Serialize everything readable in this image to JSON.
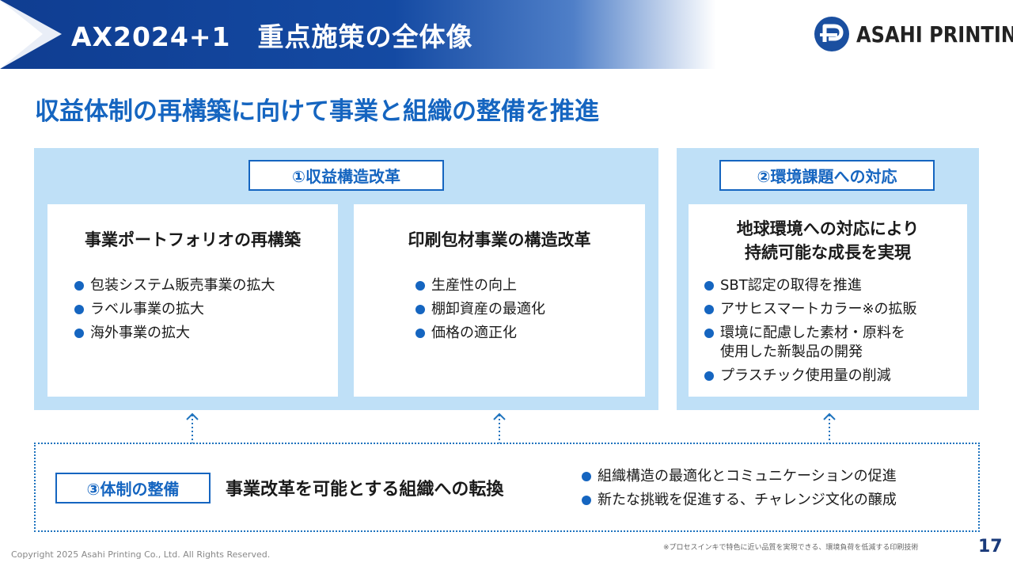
{
  "header": {
    "title": "AX2024+1　重点施策の全体像",
    "logo_text": "ASAHI PRINTING"
  },
  "subtitle": "収益体制の再構築に向けて事業と組織の整備を推進",
  "panel1": {
    "label": "①収益構造改革",
    "card_a": {
      "title": "事業ポートフォリオの再構築",
      "bullets": [
        "包装システム販売事業の拡大",
        "ラベル事業の拡大",
        "海外事業の拡大"
      ]
    },
    "card_b": {
      "title": "印刷包材事業の構造改革",
      "bullets": [
        "生産性の向上",
        "棚卸資産の最適化",
        "価格の適正化"
      ]
    }
  },
  "panel2": {
    "label": "②環境課題への対応",
    "card_c": {
      "title_line1": "地球環境への対応により",
      "title_line2": "持続可能な成長を実現",
      "bullets": [
        "SBT認定の取得を推進",
        "アサヒスマートカラー※の拡販",
        "環境に配慮した素材・原料を",
        "使用した新製品の開発",
        "プラスチック使用量の削減"
      ]
    }
  },
  "panel3": {
    "label": "③体制の整備",
    "text": "事業改革を可能とする組織への転換",
    "bullets": [
      "組織構造の最適化とコミュニケーションの促進",
      "新たな挑戦を促進する、チャレンジ文化の醸成"
    ]
  },
  "footer": {
    "copyright": "Copyright 2025 Asahi Printing Co., Ltd. All Rights Reserved.",
    "footnote": "※プロセスインキで特色に近い品質を実現できる、環境負荷を低減する印刷技術",
    "page_number": "17"
  },
  "colors": {
    "brand_blue": "#1565c0",
    "header_blue": "#0f3d91",
    "panel_bg": "#bfe0f7"
  }
}
